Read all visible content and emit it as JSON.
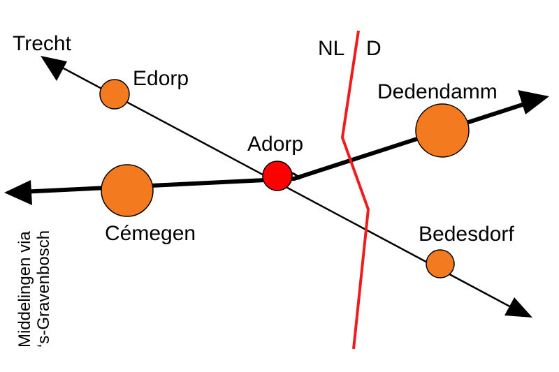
{
  "border": {
    "left_country": "NL",
    "right_country": "D",
    "color": "#ee1c1c"
  },
  "destinations": {
    "northwest": "Trecht",
    "west_line1": "Middelingen via",
    "west_line2": "‘s-Gravenbosch"
  },
  "towns": [
    {
      "name": "Edorp",
      "kind": "small",
      "color": "#f47a1f"
    },
    {
      "name": "Adorp",
      "kind": "highlighted",
      "color": "#ff0000"
    },
    {
      "name": "Dedendamm",
      "kind": "large",
      "color": "#f47a1f"
    },
    {
      "name": "Cémegen",
      "kind": "large",
      "color": "#f47a1f"
    },
    {
      "name": "Bedesdorf",
      "kind": "small",
      "color": "#f47a1f"
    }
  ],
  "colors": {
    "route": "#000000",
    "town_outline": "#000000"
  }
}
